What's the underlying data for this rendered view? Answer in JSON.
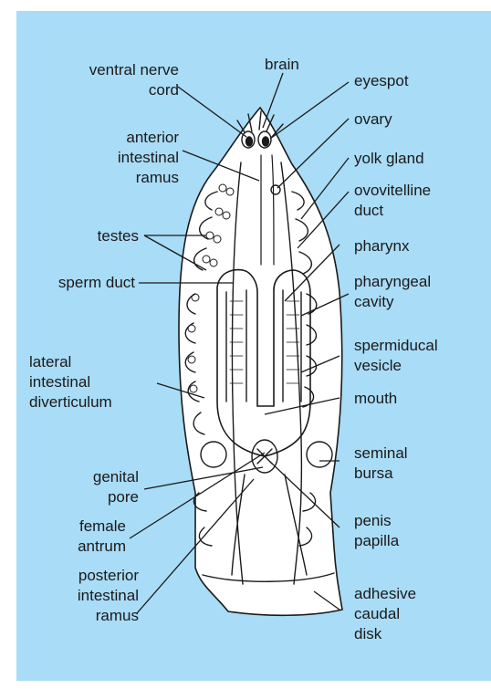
{
  "colors": {
    "background": "#a9dcf6",
    "body_fill": "#ffffff",
    "ink": "#1a1a1a"
  },
  "labels": {
    "ventral_nerve_cord": [
      "ventral nerve",
      "cord"
    ],
    "brain": [
      "brain"
    ],
    "eyespot": [
      "eyespot"
    ],
    "ovary": [
      "ovary"
    ],
    "anterior_intestinal_ramus": [
      "anterior",
      "intestinal",
      "ramus"
    ],
    "yolk_gland": [
      "yolk gland"
    ],
    "ovovitelline_duct": [
      "ovovitelline",
      "duct"
    ],
    "testes": [
      "testes"
    ],
    "pharynx": [
      "pharynx"
    ],
    "sperm_duct": [
      "sperm duct"
    ],
    "pharyngeal_cavity": [
      "pharyngeal",
      "cavity"
    ],
    "spermiducal_vesicle": [
      "spermiducal",
      "vesicle"
    ],
    "lateral_intestinal_diverticulum": [
      "lateral",
      "intestinal",
      "diverticulum"
    ],
    "mouth": [
      "mouth"
    ],
    "seminal_bursa": [
      "seminal",
      "bursa"
    ],
    "genital_pore": [
      "genital",
      "pore"
    ],
    "female_antrum": [
      "female",
      "antrum"
    ],
    "penis_papilla": [
      "penis",
      "papilla"
    ],
    "posterior_intestinal_ramus": [
      "posterior",
      "intestinal",
      "ramus"
    ],
    "adhesive_caudal_disk": [
      "adhesive",
      "caudal",
      "disk"
    ]
  }
}
